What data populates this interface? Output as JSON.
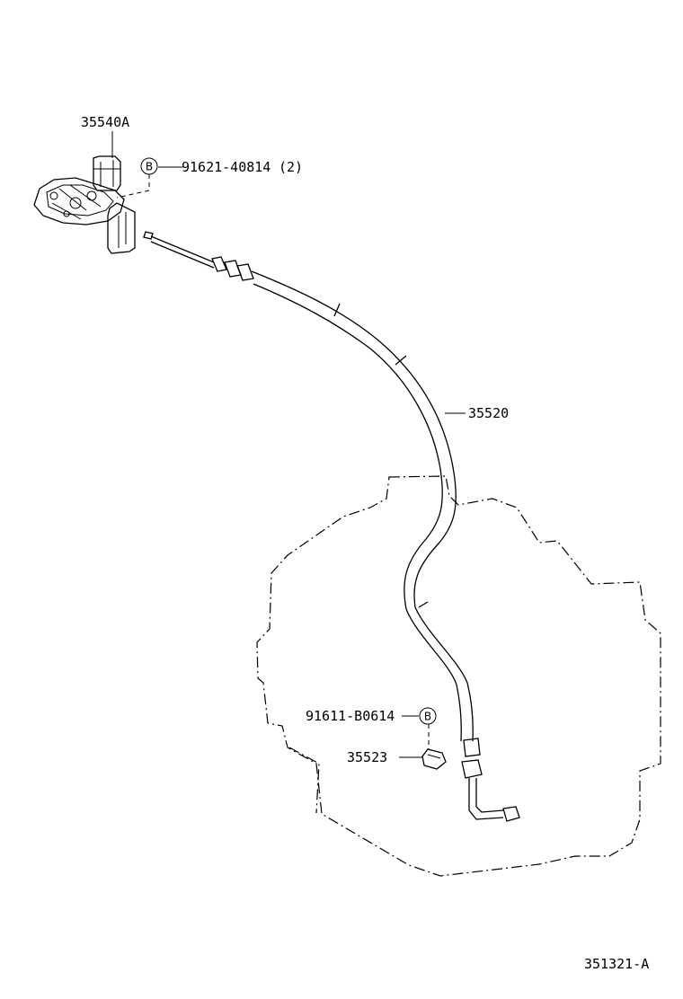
{
  "parts": {
    "shift_lever": "35540A",
    "bolt_upper": "91621-40814",
    "bolt_upper_qty": "(2)",
    "control_cable": "35520",
    "bolt_lower": "91611-B0614",
    "cable_bracket": "35523"
  },
  "ref_marks": {
    "upper": "B",
    "lower": "B"
  },
  "diagram_id": "351321-A"
}
